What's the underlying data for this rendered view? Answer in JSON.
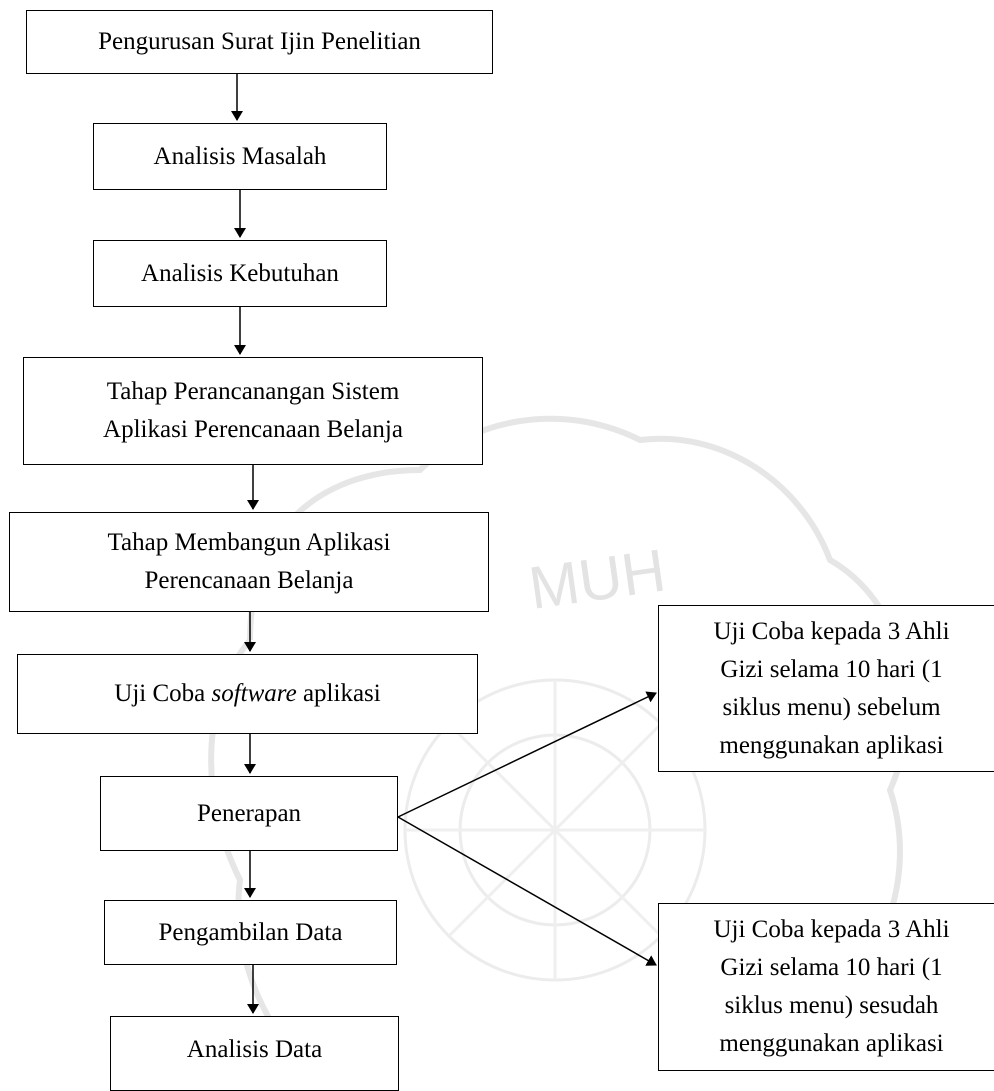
{
  "diagram": {
    "steps": [
      {
        "id": "surat",
        "text": "Pengurusan Surat Ijin Penelitian"
      },
      {
        "id": "masalah",
        "text": "Analisis Masalah"
      },
      {
        "id": "kebutuhan",
        "text": "Analisis Kebutuhan"
      },
      {
        "id": "perancangan",
        "lines": [
          "Tahap Perancanangan Sistem",
          "Aplikasi Perencanaan Belanja"
        ]
      },
      {
        "id": "membangun",
        "lines": [
          "Tahap Membangun Aplikasi",
          "Perencanaan Belanja"
        ]
      },
      {
        "id": "ujicoba",
        "prefix": "Uji Coba ",
        "emph": "software",
        "suffix": " aplikasi"
      },
      {
        "id": "penerapan",
        "text": "Penerapan"
      },
      {
        "id": "pengambilan",
        "text": "Pengambilan Data"
      },
      {
        "id": "analisis-data",
        "text": "Analisis Data"
      }
    ],
    "branches": [
      {
        "id": "sebelum",
        "lines": [
          "Uji Coba kepada 3 Ahli",
          "Gizi selama 10 hari (1",
          "siklus menu) sebelum",
          "menggunakan aplikasi"
        ]
      },
      {
        "id": "sesudah",
        "lines": [
          "Uji Coba kepada 3 Ahli",
          "Gizi selama 10 hari (1",
          "siklus menu) sesudah",
          "menggunakan aplikasi"
        ]
      }
    ],
    "watermark_text": "MUH"
  }
}
